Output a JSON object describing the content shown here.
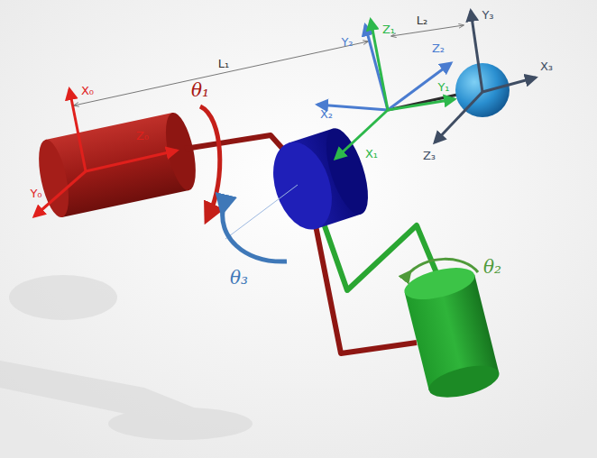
{
  "diagram": {
    "labels": [
      "X₀",
      "Z₀",
      "Y₀",
      "θ₁",
      "L₁",
      "Y₂",
      "Z₁",
      "L₂",
      "Y₃",
      "X₃",
      "Z₂",
      "Y₁",
      "X₂",
      "X₁",
      "Z₃",
      "θ₃",
      "θ₂"
    ]
  }
}
